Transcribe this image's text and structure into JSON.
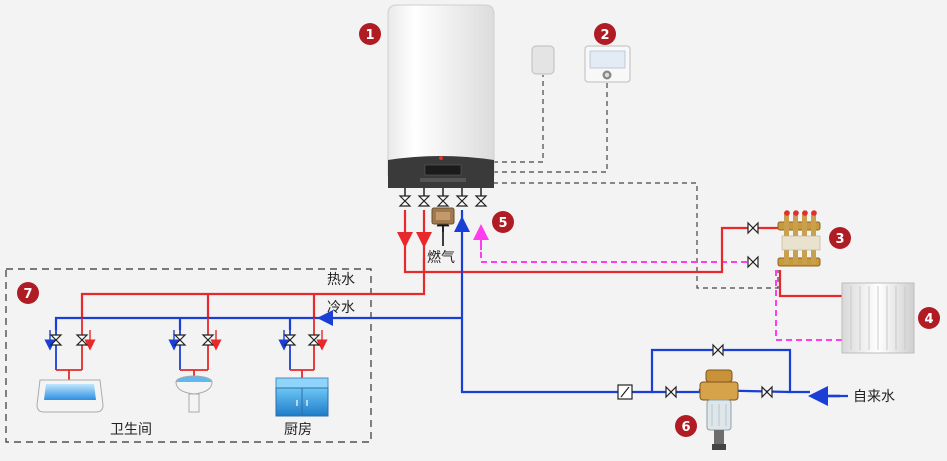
{
  "badges": [
    "1",
    "2",
    "3",
    "4",
    "5",
    "6",
    "7"
  ],
  "labels": {
    "hot_water": "热水",
    "cold_water": "冷水",
    "gas": "燃气",
    "bathroom": "卫生间",
    "kitchen": "厨房",
    "tap_water": "自来水"
  },
  "colors": {
    "hot": "#e8282a",
    "cold": "#1a3fd6",
    "return": "#ff3cf0",
    "badge": "#b01c24",
    "control": "#444444"
  }
}
